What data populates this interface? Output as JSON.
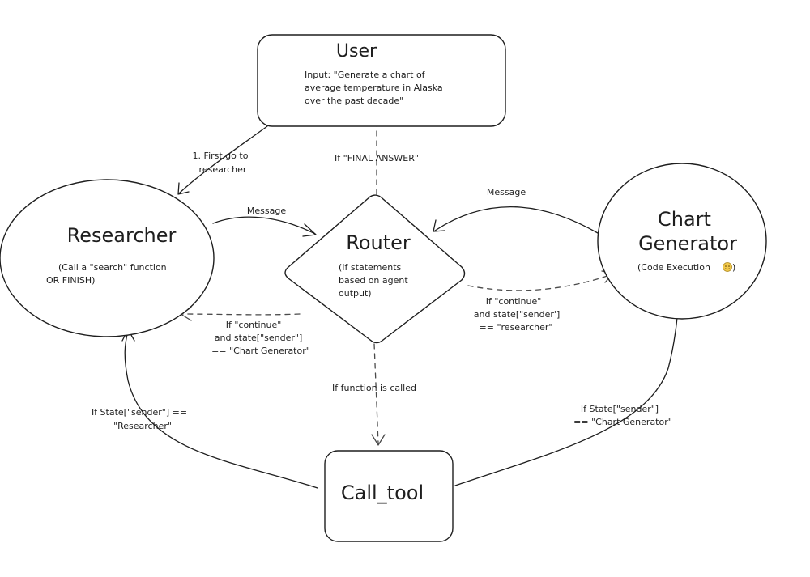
{
  "nodes": {
    "user": {
      "title": "User",
      "lines": [
        "Input: \"Generate a chart of",
        "average temperature in Alaska",
        "over the past decade\""
      ]
    },
    "researcher": {
      "title": "Researcher",
      "lines": [
        "(Call a \"search\" function",
        "OR FINISH)"
      ]
    },
    "router": {
      "title": "Router",
      "lines": [
        "(If statements",
        "based on agent",
        "output)"
      ]
    },
    "chart_generator": {
      "title_lines": [
        "Chart",
        "Generator"
      ],
      "subtitle": "(Code Execution",
      "subtitle_suffix": ")",
      "emoji_icon": "smiling-face-emoji"
    },
    "call_tool": {
      "title": "Call_tool"
    }
  },
  "edges": {
    "user_to_researcher": {
      "lines": [
        "1. First go to",
        "researcher"
      ]
    },
    "router_to_user": {
      "lines": [
        "If \"FINAL ANSWER\""
      ]
    },
    "researcher_to_router": {
      "lines": [
        "Message"
      ]
    },
    "chart_to_router": {
      "lines": [
        "Message"
      ]
    },
    "router_to_researcher": {
      "lines": [
        "If \"continue\"",
        "and state[\"sender\"]",
        "== \"Chart Generator\""
      ]
    },
    "router_to_chart": {
      "lines": [
        "If \"continue\"",
        "and state[\"sender']",
        "== \"researcher\""
      ]
    },
    "router_to_calltool": {
      "lines": [
        "If function is called"
      ]
    },
    "calltool_to_researcher": {
      "lines": [
        "If State[\"sender\"] ==",
        "\"Researcher\""
      ]
    },
    "calltool_to_chart": {
      "lines": [
        "If State[\"sender\"]",
        "== \"Chart Generator\""
      ]
    }
  },
  "colors": {
    "ink": "#1e1e1e",
    "dashed_ink": "#4a4a4a",
    "background": "#ffffff"
  }
}
